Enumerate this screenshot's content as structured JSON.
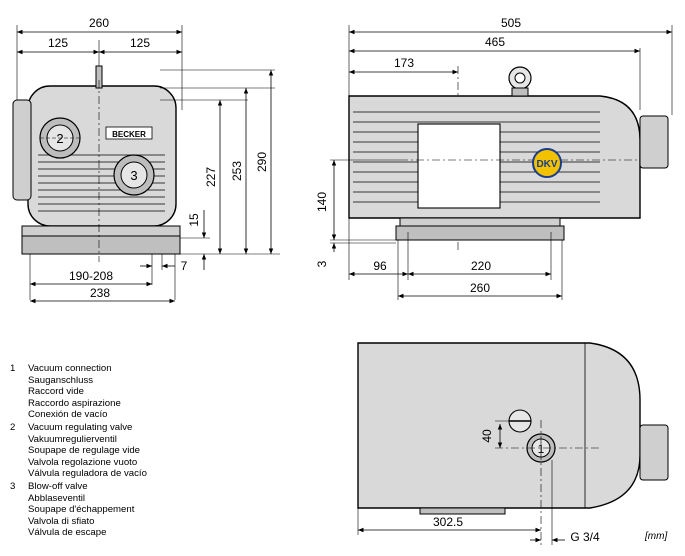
{
  "brand": "BECKER",
  "badge": "DKV",
  "unit": "[mm]",
  "front_view": {
    "width_total": "260",
    "half_left": "125",
    "half_right": "125",
    "height_227": "227",
    "height_253": "253",
    "height_290": "290",
    "height_15": "15",
    "foot_7": "7",
    "foot_span": "190-208",
    "base_width": "238",
    "callout_2": "2",
    "callout_3": "3"
  },
  "side_view": {
    "length_total": "505",
    "length_body": "465",
    "length_173": "173",
    "height_140": "140",
    "base_3": "3",
    "offset_96": "96",
    "foot_220": "220",
    "foot_260": "260"
  },
  "top_view": {
    "offset_40": "40",
    "length_302": "302.5",
    "thread": "G 3/4",
    "callout_1": "1"
  },
  "legend": [
    {
      "num": "1",
      "lines": [
        "Vacuum connection",
        "Sauganschluss",
        "Raccord vide",
        "Raccordo aspirazione",
        "Conexión de vacío"
      ]
    },
    {
      "num": "2",
      "lines": [
        "Vacuum regulating valve",
        "Vakuumregulierventil",
        "Soupape de regulage vide",
        "Valvola regolazione vuoto",
        "Válvula reguladora de vacío"
      ]
    },
    {
      "num": "3",
      "lines": [
        "Blow-off valve",
        "Abblaseventil",
        "Soupape d'échappement",
        "Valvola di sfiato",
        "Válvula de escape"
      ]
    }
  ]
}
